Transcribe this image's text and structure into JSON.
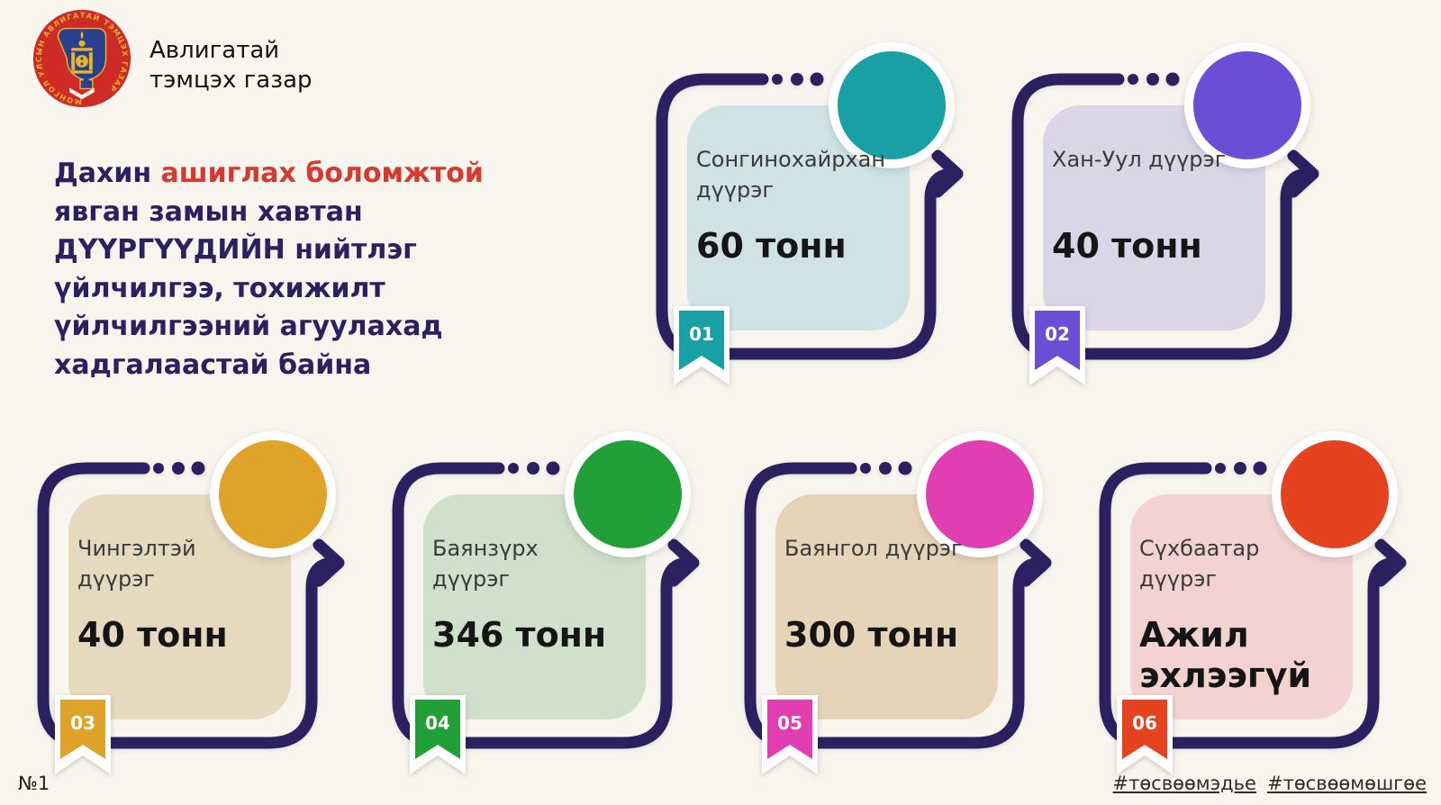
{
  "colors": {
    "background": "#f8f4ee",
    "frame_stroke": "#2b2161",
    "title_text": "#2b2161",
    "title_highlight": "#d6392f"
  },
  "header": {
    "org_name": "Авлигатай тэмцэх газар",
    "logo_ring_text": "МОНГОЛ УЛСЫН АВЛИГАТАЙ ТЭМЦЭХ ГАЗАР"
  },
  "title": {
    "part1": "Дахин ",
    "highlight": "ашиглах боломжтой",
    "part2": " явган замын хавтан ДҮҮРГҮҮДИЙН нийтлэг үйлчилгээ, тохижилт үйлчилгээний агуулахад хадгалаастай байна"
  },
  "cards": [
    {
      "number": "01",
      "district": "Сонгинохайрхан дүүрэг",
      "value": "60 тонн",
      "accent": "#18a0a5",
      "bg": "#cfe3e4"
    },
    {
      "number": "02",
      "district": "Хан-Уул дүүрэг",
      "value": "40 тонн",
      "accent": "#6a4ed6",
      "bg": "#dad6e8"
    },
    {
      "number": "03",
      "district": "Чингэлтэй дүүрэг",
      "value": "40 тонн",
      "accent": "#e0a32a",
      "bg": "#e7d8c0"
    },
    {
      "number": "04",
      "district": "Баянзүрх дүүрэг",
      "value": "346 тонн",
      "accent": "#21a038",
      "bg": "#cfe1ca"
    },
    {
      "number": "05",
      "district": "Баянгол дүүрэг",
      "value": "300 тонн",
      "accent": "#e03eb2",
      "bg": "#e5d4b8"
    },
    {
      "number": "06",
      "district": "Сүхбаатар дүүрэг",
      "value": "Ажил эхлээгүй",
      "accent": "#e5431f",
      "bg": "#f2d3d2"
    }
  ],
  "footer": {
    "page_number": "№1",
    "hashtag1": "#төсвөөмэдье",
    "hashtag2": "#төсвөөмөшгөе"
  }
}
